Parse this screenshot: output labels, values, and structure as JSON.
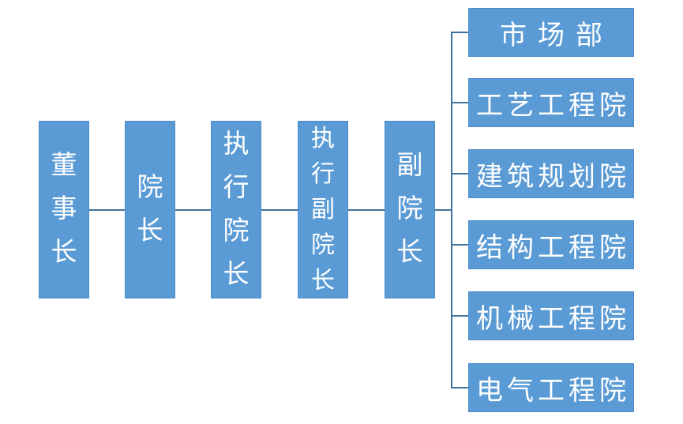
{
  "diagram": {
    "type": "org-chart",
    "chain": [
      {
        "label": "董事长"
      },
      {
        "label": "院长"
      },
      {
        "label": "执行院长"
      },
      {
        "label": "执行副院长"
      },
      {
        "label": "副院长"
      }
    ],
    "branches": [
      {
        "label": "市场部"
      },
      {
        "label": "工艺工程院"
      },
      {
        "label": "建筑规划院"
      },
      {
        "label": "结构工程院"
      },
      {
        "label": "机械工程院"
      },
      {
        "label": "电气工程院"
      }
    ],
    "colors": {
      "box_fill": "#5b9bd5",
      "box_border": "#4e8ac9",
      "connector": "#41719c",
      "text": "#ffffff",
      "background": "#ffffff"
    }
  }
}
